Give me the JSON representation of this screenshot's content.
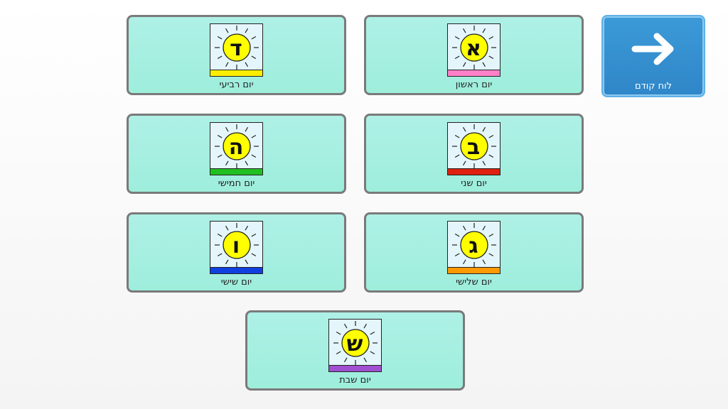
{
  "back_button": {
    "label": "לוח קודם",
    "icon": "arrow-right-icon"
  },
  "days": [
    {
      "letter": "א",
      "label": "יום ראשון",
      "color": "#ff80c8"
    },
    {
      "letter": "ב",
      "label": "יום שני",
      "color": "#e02010"
    },
    {
      "letter": "ג",
      "label": "יום שלישי",
      "color": "#ff9a00"
    },
    {
      "letter": "ד",
      "label": "יום רביעי",
      "color": "#ffee00"
    },
    {
      "letter": "ה",
      "label": "יום חמישי",
      "color": "#20c020"
    },
    {
      "letter": "ו",
      "label": "יום שישי",
      "color": "#1040e0"
    },
    {
      "letter": "ש",
      "label": "יום שבת",
      "color": "#a050d0"
    }
  ]
}
